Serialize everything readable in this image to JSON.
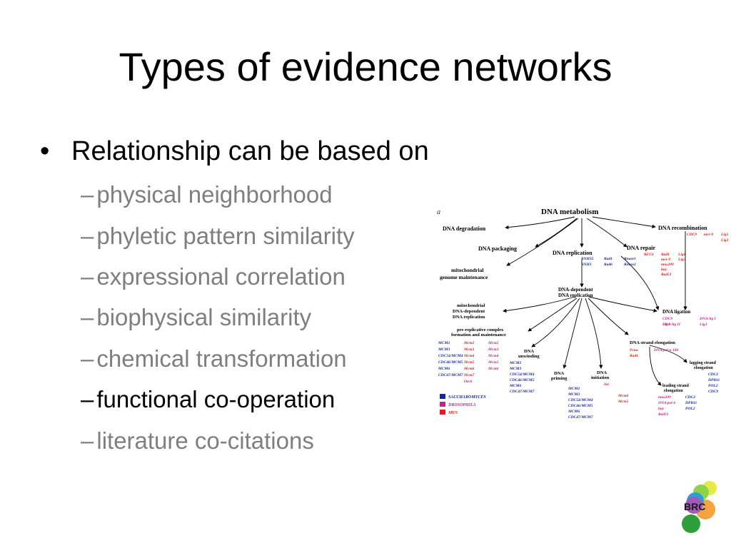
{
  "slide": {
    "title": "Types of evidence networks",
    "bullet": "•",
    "main_point": "Relationship can be based on",
    "dash": "–",
    "sub_points": [
      {
        "text": "physical neighborhood",
        "highlight": false
      },
      {
        "text": "phyletic pattern similarity",
        "highlight": false
      },
      {
        "text": "expressional correlation",
        "highlight": false
      },
      {
        "text": "biophysical similarity",
        "highlight": false
      },
      {
        "text": "chemical transformation",
        "highlight": false
      },
      {
        "text": "functional co-operation",
        "highlight": true
      },
      {
        "text": "literature co-citations",
        "highlight": false
      }
    ]
  },
  "figure": {
    "panel_label": "a",
    "root": "DNA metabolism",
    "nodes": {
      "degradation": "DNA degradation",
      "recombination": "DNA recombination",
      "packaging": "DNA packaging",
      "replication": "DNA replication",
      "repair": "DNA repair",
      "mito_1": "mitochondrial",
      "mito_2": "genome maintenance",
      "dep_1": "DNA-dependent",
      "dep_2": "DNA replication",
      "mdep_1": "mitochondrial",
      "mdep_2": "DNA-dependent",
      "mdep_3": "DNA replication",
      "ligation": "DNA ligation",
      "prerep_1": "pre-replicative complex",
      "prerep_2": "formation and maintenance",
      "unwind_1": "DNA",
      "unwind_2": "unwinding",
      "elong": "DNA strand elongation",
      "lag_1": "lagging strand",
      "lag_2": "elongation",
      "priming_1": "DNA",
      "priming_2": "priming",
      "init_1": "DNA",
      "init_2": "initiation",
      "lead_1": "leading strand",
      "lead_2": "elongation"
    },
    "genes": {
      "recomb": [
        "CDC9",
        "mei-9",
        "Lig1",
        "Lig3"
      ],
      "replication": [
        "RNH35",
        "Rad1",
        "Rnase1",
        "RNH1",
        "Rad6",
        "Rnase2"
      ],
      "repair": [
        "RFC6",
        "Rad1",
        "Lig1",
        "mei-9",
        "Lig3",
        "mus209",
        "hay",
        "Rad51"
      ],
      "ligation": [
        "CDC9",
        "DNA-lig I",
        "Lig1",
        "DNA-lig II",
        "Lig3"
      ],
      "prerep_blue": [
        "MCM2",
        "MCM3",
        "CDC54/MCM4",
        "CDC46/MCM5",
        "MCM6",
        "CDC47/MCM7"
      ],
      "prerep_red": [
        "Mcm2",
        "Mcm3",
        "Mcm4",
        "Mcm5",
        "Mcm6",
        "Mcm7",
        "Orc6"
      ],
      "prerep_pink": [
        "Mcm2",
        "Mcm3",
        "Mcm4",
        "Mcm5",
        "Mcm6"
      ],
      "unwind": [
        "MCM2",
        "MCM3",
        "CDC54/MCM4",
        "CDC46/MCM5",
        "MCM6",
        "CDC47/MCM7"
      ],
      "init_blue": [
        "MCM2",
        "MCM3",
        "CDC54/MCM4",
        "CDC46/MCM5",
        "MCM6",
        "CDC47/MCM7"
      ],
      "init_red": [
        "Mcm6",
        "Mcm5"
      ],
      "init_pink": [
        "Int"
      ],
      "elong_red": [
        "Pcna",
        "Rad1"
      ],
      "elong_pink": [
        "DNA pol-α 180"
      ],
      "lag": [
        "CDC2",
        "DPB11",
        "POL2",
        "CDC9"
      ],
      "lead_blue": [
        "CDC2",
        "DPB11",
        "POL2"
      ],
      "lead_pink": [
        "mus209",
        "DNA pol-δ",
        "hay",
        "Rad51"
      ]
    },
    "legend": [
      {
        "label": "SACCHAROMYCES",
        "color": "#1a2a8c"
      },
      {
        "label": "DROSOPHILA",
        "color": "#c4238f"
      },
      {
        "label": "MUS",
        "color": "#e02020"
      }
    ],
    "colors": {
      "yeast": "#1a2a8c",
      "fly": "#c4238f",
      "mouse": "#e02020"
    }
  },
  "logo": {
    "text": "BRC"
  }
}
